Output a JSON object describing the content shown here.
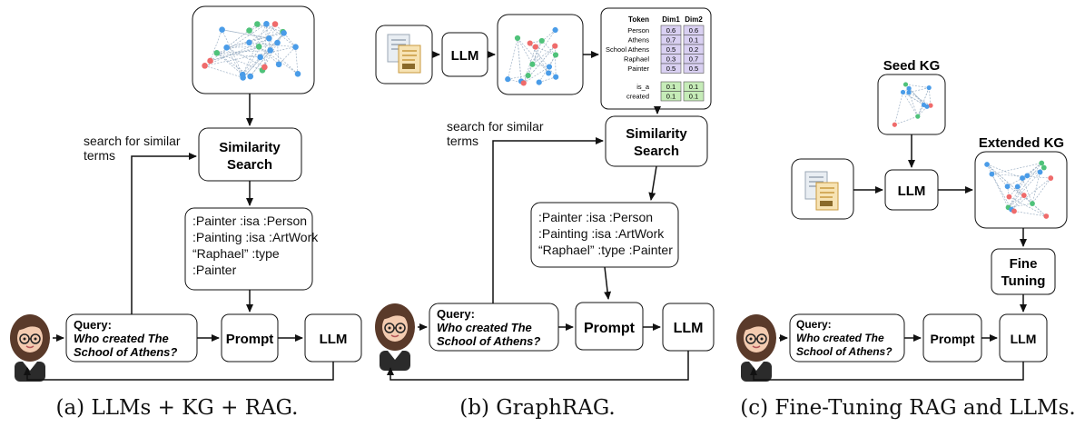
{
  "panel_a": {
    "caption": "(a) LLMs + KG + RAG.",
    "search_note_line1": "search for similar",
    "search_note_line2": "terms",
    "similarity_line1": "Similarity",
    "similarity_line2": "Search",
    "triples": [
      ":Painter :isa :Person",
      ":Painting :isa :ArtWork",
      "“Raphael” :type",
      ":Painter"
    ],
    "query_label": "Query:",
    "query_line1": "Who created The",
    "query_line2": "School of Athens?",
    "prompt": "Prompt",
    "llm": "LLM"
  },
  "panel_b": {
    "caption": "(b) GraphRAG.",
    "llm_top": "LLM",
    "table_headers": [
      "Token",
      "Dim1",
      "Dim2"
    ],
    "table_rows": [
      {
        "token": "Person",
        "d1": "0.6",
        "d2": "0.6"
      },
      {
        "token": "Athens",
        "d1": "0.7",
        "d2": "0.1"
      },
      {
        "token": "School Athens",
        "d1": "0.5",
        "d2": "0.2"
      },
      {
        "token": "Raphael",
        "d1": "0.3",
        "d2": "0.7"
      },
      {
        "token": "Painter",
        "d1": "0.5",
        "d2": "0.5"
      }
    ],
    "relation_rows": [
      {
        "token": "is_a",
        "d1": "0.1",
        "d2": "0.1"
      },
      {
        "token": "created",
        "d1": "0.1",
        "d2": "0.1"
      }
    ],
    "search_note_line1": "search for similar",
    "search_note_line2": "terms",
    "similarity_line1": "Similarity",
    "similarity_line2": "Search",
    "triples": [
      ":Painter :isa :Person",
      ":Painting :isa :ArtWork",
      "“Raphael” :type :Painter"
    ],
    "query_label": "Query:",
    "query_line1": "Who created The",
    "query_line2": "School of Athens?",
    "prompt": "Prompt",
    "llm": "LLM"
  },
  "panel_c": {
    "caption": "(c) Fine-Tuning RAG and LLMs.",
    "seed_kg": "Seed KG",
    "extended_kg": "Extended KG",
    "llm_mid": "LLM",
    "fine_line1": "Fine",
    "fine_line2": "Tuning",
    "query_label": "Query:",
    "query_line1": "Who created The",
    "query_line2": "School of Athens?",
    "prompt": "Prompt",
    "llm": "LLM"
  },
  "colors": {
    "node_red": "#ef6b6b",
    "node_blue": "#4a9ce8",
    "node_green": "#4fc27a",
    "table_purple": "#d9d0f2",
    "table_green": "#c6ecb8",
    "stroke": "#111111"
  }
}
